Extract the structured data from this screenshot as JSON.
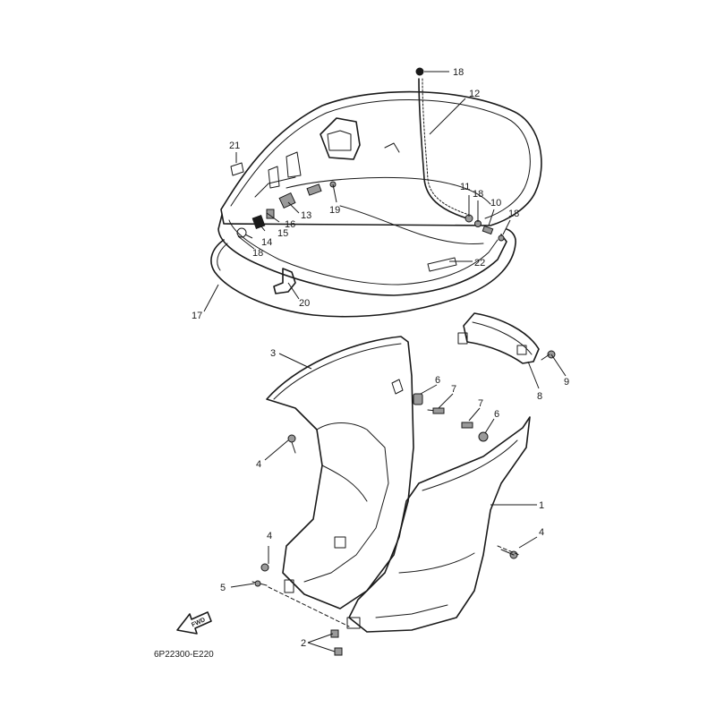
{
  "diagram": {
    "callouts": {
      "c1": "1",
      "c2": "2",
      "c3": "3",
      "c4a": "4",
      "c4b": "4",
      "c4c": "4",
      "c5": "5",
      "c6a": "6",
      "c6b": "6",
      "c7a": "7",
      "c7b": "7",
      "c8": "8",
      "c9": "9",
      "c10": "10",
      "c11": "11",
      "c12": "12",
      "c13": "13",
      "c14": "14",
      "c15": "15",
      "c16": "16",
      "c17": "17",
      "c18a": "18",
      "c18b": "18",
      "c18c": "18",
      "c18d": "18",
      "c19": "19",
      "c20": "20",
      "c21": "21",
      "c22": "22"
    },
    "fwd_label": "FWD",
    "part_code": "6P22300-E220"
  }
}
